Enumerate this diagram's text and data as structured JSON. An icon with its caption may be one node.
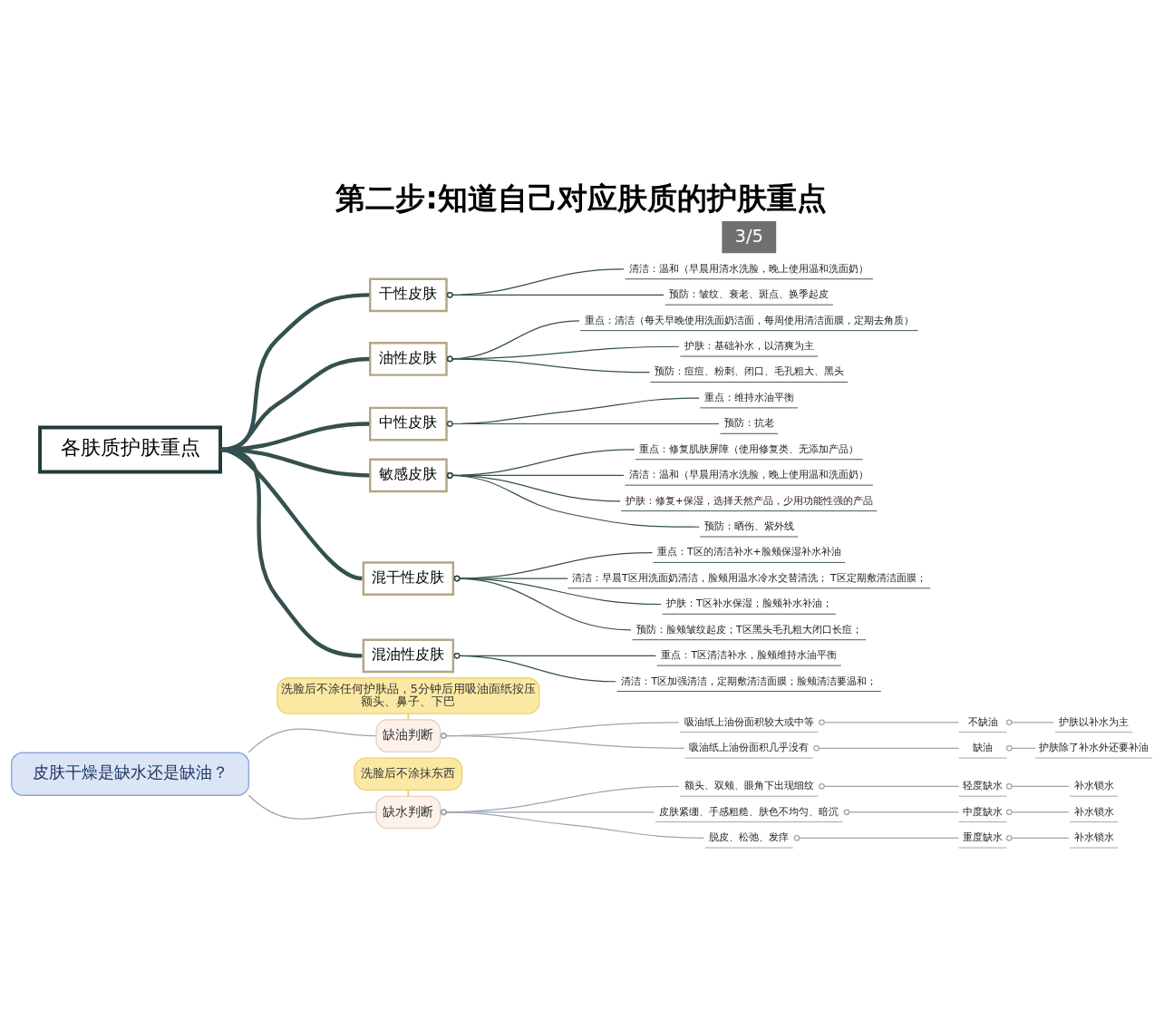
{
  "diagram": {
    "title": "第二步:知道自己对应肤质的护肤重点",
    "nodes": [
      {
        "text": [
          "各肤质护肤重点"
        ]
      },
      {
        "text": [
          "干性皮肤"
        ]
      },
      {
        "text": [
          "清洁：温和（早晨用清水洗脸，晚上使用温和洗面奶）"
        ]
      },
      {
        "text": [
          "预防：皱纹、衰老、斑点、换季起皮"
        ]
      },
      {
        "text": [
          "油性皮肤"
        ]
      },
      {
        "text": [
          "重点：清洁（每天早晚使用洗面奶洁面，每周使用清洁面膜，定期去角质）"
        ]
      },
      {
        "text": [
          "护肤：基础补水，以清爽为主"
        ]
      },
      {
        "text": [
          "预防：痘痘、粉刺、闭口、毛孔粗大、黑头"
        ]
      },
      {
        "text": [
          "中性皮肤"
        ]
      },
      {
        "text": [
          "重点：维持水油平衡"
        ]
      },
      {
        "text": [
          "预防：抗老"
        ]
      },
      {
        "text": [
          "敏感皮肤"
        ]
      },
      {
        "text": [
          "重点：修复肌肤屏障（使用修复类、无添加产品）"
        ]
      },
      {
        "text": [
          "清洁：温和（早晨用清水洗脸，晚上使用温和洗面奶）"
        ]
      },
      {
        "text": [
          "护肤：修复+保湿，选择天然产品，少用功能性强的产品"
        ]
      },
      {
        "text": [
          "预防：晒伤、紫外线"
        ]
      },
      {
        "text": [
          "混干性皮肤"
        ]
      },
      {
        "text": [
          "重点：T区的清洁补水+脸颊保湿补水补油"
        ]
      },
      {
        "text": [
          "清洁：早晨T区用洗面奶清洁，脸颊用温水冷水交替清洗； T区定期敷清洁面膜；"
        ]
      },
      {
        "text": [
          "护肤：T区补水保湿；脸颊补水补油；"
        ]
      },
      {
        "text": [
          "预防：脸颊皱纹起皮；T区黑头毛孔粗大闭口长痘；"
        ]
      },
      {
        "text": [
          "混油性皮肤"
        ]
      },
      {
        "text": [
          "重点：T区清洁补水，脸颊维持水油平衡"
        ]
      },
      {
        "text": [
          "清洁：T区加强清洁，定期敷清洁面膜；脸颊清洁要温和；"
        ]
      },
      {
        "text": [
          "皮肤干燥是缺水还是缺油？"
        ]
      },
      {
        "text": [
          "洗脸后不涂任何护肤品，5分钟后用吸油面纸按压额头、鼻子、下巴"
        ]
      },
      {
        "text": [
          "缺油判断"
        ]
      },
      {
        "text": [
          "吸油纸上油份面积较大或中等"
        ]
      },
      {
        "text": [
          "不缺油"
        ]
      },
      {
        "text": [
          "护肤以补水为主"
        ]
      },
      {
        "text": [
          "吸油纸上油份面积几乎没有"
        ]
      },
      {
        "text": [
          "缺油"
        ]
      },
      {
        "text": [
          "护肤除了补水外还要补油"
        ]
      },
      {
        "text": [
          "洗脸后不涂抹东西"
        ]
      },
      {
        "text": [
          "缺水判断"
        ]
      },
      {
        "text": [
          "额头、双颊、眼角下出现细纹"
        ]
      },
      {
        "text": [
          "轻度缺水"
        ]
      },
      {
        "text": [
          "补水锁水"
        ]
      },
      {
        "text": [
          "皮肤紧绷、手感粗糙、肤色不均匀、暗沉"
        ]
      },
      {
        "text": [
          "中度缺水"
        ]
      },
      {
        "text": [
          "补水锁水"
        ]
      },
      {
        "text": [
          "脱皮、松弛、发痒"
        ]
      },
      {
        "text": [
          "重度缺水"
        ]
      },
      {
        "text": [
          "补水锁水"
        ]
      }
    ],
    "edges": [
      {
        "from": 0,
        "to": 1,
        "arrow": "none",
        "style": "thick"
      },
      {
        "from": 0,
        "to": 4,
        "arrow": "none",
        "style": "thick"
      },
      {
        "from": 0,
        "to": 8,
        "arrow": "none",
        "style": "thick"
      },
      {
        "from": 0,
        "to": 11,
        "arrow": "none",
        "style": "thick"
      },
      {
        "from": 0,
        "to": 16,
        "arrow": "none",
        "style": "thick"
      },
      {
        "from": 0,
        "to": 21,
        "arrow": "none",
        "style": "thick"
      },
      {
        "from": 1,
        "to": 2,
        "arrow": "other"
      },
      {
        "from": 1,
        "to": 3,
        "arrow": "other"
      },
      {
        "from": 4,
        "to": 5,
        "arrow": "other"
      },
      {
        "from": 4,
        "to": 6,
        "arrow": "other"
      },
      {
        "from": 4,
        "to": 7,
        "arrow": "other"
      },
      {
        "from": 8,
        "to": 9,
        "arrow": "other"
      },
      {
        "from": 8,
        "to": 10,
        "arrow": "other"
      },
      {
        "from": 11,
        "to": 12,
        "arrow": "other"
      },
      {
        "from": 11,
        "to": 13,
        "arrow": "other"
      },
      {
        "from": 11,
        "to": 14,
        "arrow": "other"
      },
      {
        "from": 11,
        "to": 15,
        "arrow": "other"
      },
      {
        "from": 16,
        "to": 17,
        "arrow": "other"
      },
      {
        "from": 16,
        "to": 18,
        "arrow": "other"
      },
      {
        "from": 16,
        "to": 19,
        "arrow": "other"
      },
      {
        "from": 16,
        "to": 20,
        "arrow": "other"
      },
      {
        "from": 21,
        "to": 22,
        "arrow": "other"
      },
      {
        "from": 21,
        "to": 23,
        "arrow": "other"
      },
      {
        "from": 24,
        "to": 26,
        "arrow": "none",
        "color": "#9aa3b0"
      },
      {
        "from": 24,
        "to": 34,
        "arrow": "none",
        "color": "#9aa3b0"
      },
      {
        "from": 25,
        "to": 26,
        "arrow": "none",
        "color": "#f0cf62"
      },
      {
        "from": 26,
        "to": 27,
        "arrow": "other",
        "color": "#9aa3b0"
      },
      {
        "from": 27,
        "to": 28,
        "arrow": "other",
        "color": "#9aa3b0"
      },
      {
        "from": 28,
        "to": 29,
        "arrow": "other",
        "color": "#9aa3b0"
      },
      {
        "from": 26,
        "to": 30,
        "arrow": "other",
        "color": "#9aa3b0"
      },
      {
        "from": 30,
        "to": 31,
        "arrow": "other",
        "color": "#9aa3b0"
      },
      {
        "from": 31,
        "to": 32,
        "arrow": "other",
        "color": "#9aa3b0"
      },
      {
        "from": 33,
        "to": 34,
        "arrow": "none",
        "color": "#f0cf62"
      },
      {
        "from": 34,
        "to": 35,
        "arrow": "other",
        "color": "#9aa3b0"
      },
      {
        "from": 35,
        "to": 36,
        "arrow": "other",
        "color": "#9aa3b0"
      },
      {
        "from": 36,
        "to": 37,
        "arrow": "other",
        "color": "#9aa3b0"
      },
      {
        "from": 34,
        "to": 38,
        "arrow": "other",
        "color": "#9aa3b0"
      },
      {
        "from": 38,
        "to": 39,
        "arrow": "other",
        "color": "#9aa3b0"
      },
      {
        "from": 39,
        "to": 40,
        "arrow": "other",
        "color": "#9aa3b0"
      },
      {
        "from": 34,
        "to": 41,
        "arrow": "other",
        "color": "#9aa3b0"
      },
      {
        "from": 41,
        "to": 42,
        "arrow": "other",
        "color": "#9aa3b0"
      },
      {
        "from": 42,
        "to": 43,
        "arrow": "other",
        "color": "#9aa3b0"
      }
    ],
    "labels": [
      "3/5"
    ]
  }
}
